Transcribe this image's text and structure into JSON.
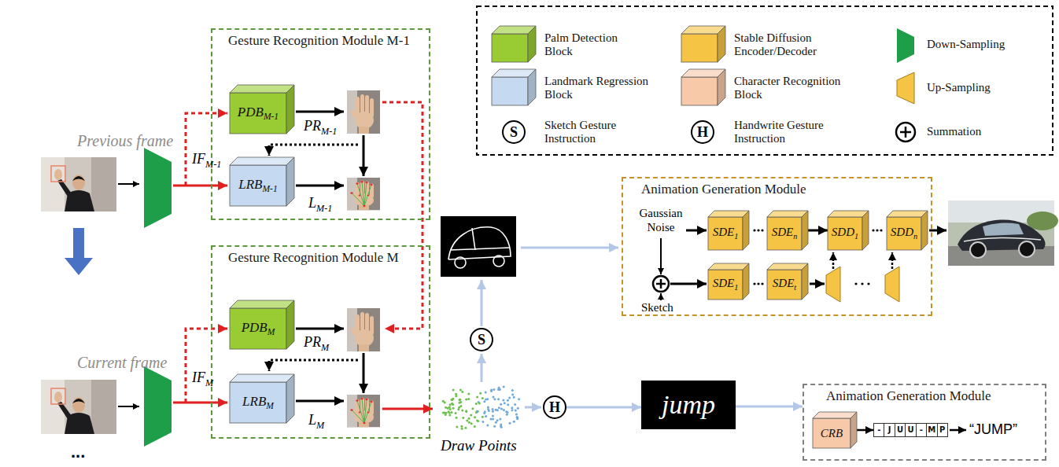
{
  "diagram": {
    "nodes": [
      {
        "text": [
          "Gesture Recognition Module M-1"
        ]
      },
      {
        "text": [
          "PDB",
          "M-1"
        ],
        "in": 0
      },
      {
        "text": [
          "LRB",
          "M-1"
        ],
        "in": 0
      },
      {
        "text": [
          "Gesture Recognition Module M"
        ]
      },
      {
        "text": [
          "PDB",
          "M"
        ],
        "in": 3
      },
      {
        "text": [
          "LRB",
          "M"
        ],
        "in": 3
      },
      {
        "text": [
          "S"
        ]
      },
      {
        "text": [
          "H"
        ]
      },
      {
        "text": [
          "Animation Generation Module"
        ]
      },
      {
        "text": [
          "SDE",
          "1"
        ],
        "in": 8
      },
      {
        "text": [
          "SDE",
          "n"
        ],
        "in": 8
      },
      {
        "text": [
          "SDD",
          "1"
        ],
        "in": 8
      },
      {
        "text": [
          "SDD",
          "n"
        ],
        "in": 8
      },
      {
        "text": [
          "SDE",
          "1"
        ],
        "in": 8
      },
      {
        "text": [
          "SDE",
          "t"
        ],
        "in": 8
      },
      {
        "text": [
          "Animation Generation Module"
        ]
      },
      {
        "text": [
          "CRB"
        ],
        "in": 15
      },
      {
        "text": [
          "-",
          "J",
          "U",
          "U",
          "-",
          "M",
          "P"
        ],
        "in": 15
      },
      {
        "text": [
          "jump"
        ]
      }
    ],
    "edges": [
      {
        "from": 7,
        "to": 18,
        "arrow": "to"
      },
      {
        "from": 18,
        "to": 15,
        "arrow": "to"
      },
      {
        "from": 10,
        "to": 11,
        "arrow": "to"
      },
      {
        "from": 16,
        "to": 17,
        "arrow": "to"
      }
    ],
    "labels": [
      "Previous frame",
      "IF",
      "M-1",
      "PR",
      "M-1",
      "L",
      "M-1",
      "Current frame",
      "IF",
      "M",
      "PR",
      "M",
      "L",
      "M",
      "...",
      "Draw Points",
      "Gaussian Noise",
      "Sketch",
      "“JUMP”",
      "S",
      "H"
    ],
    "legend": [
      {
        "text": "Palm Detection Block",
        "color": "#99cc33"
      },
      {
        "text": "Stable Diffusion Encoder/Decoder",
        "color": "#f6c445"
      },
      {
        "text": "Down-Sampling"
      },
      {
        "text": "Landmark Regression Block",
        "color": "#c5d9f0"
      },
      {
        "text": "Character Recognition Block",
        "color": "#f7c9a9"
      },
      {
        "text": "Up-Sampling"
      },
      {
        "text": "Sketch Gesture Instruction"
      },
      {
        "text": "Handwrite Gesture Instruction"
      },
      {
        "text": "Summation"
      }
    ]
  }
}
